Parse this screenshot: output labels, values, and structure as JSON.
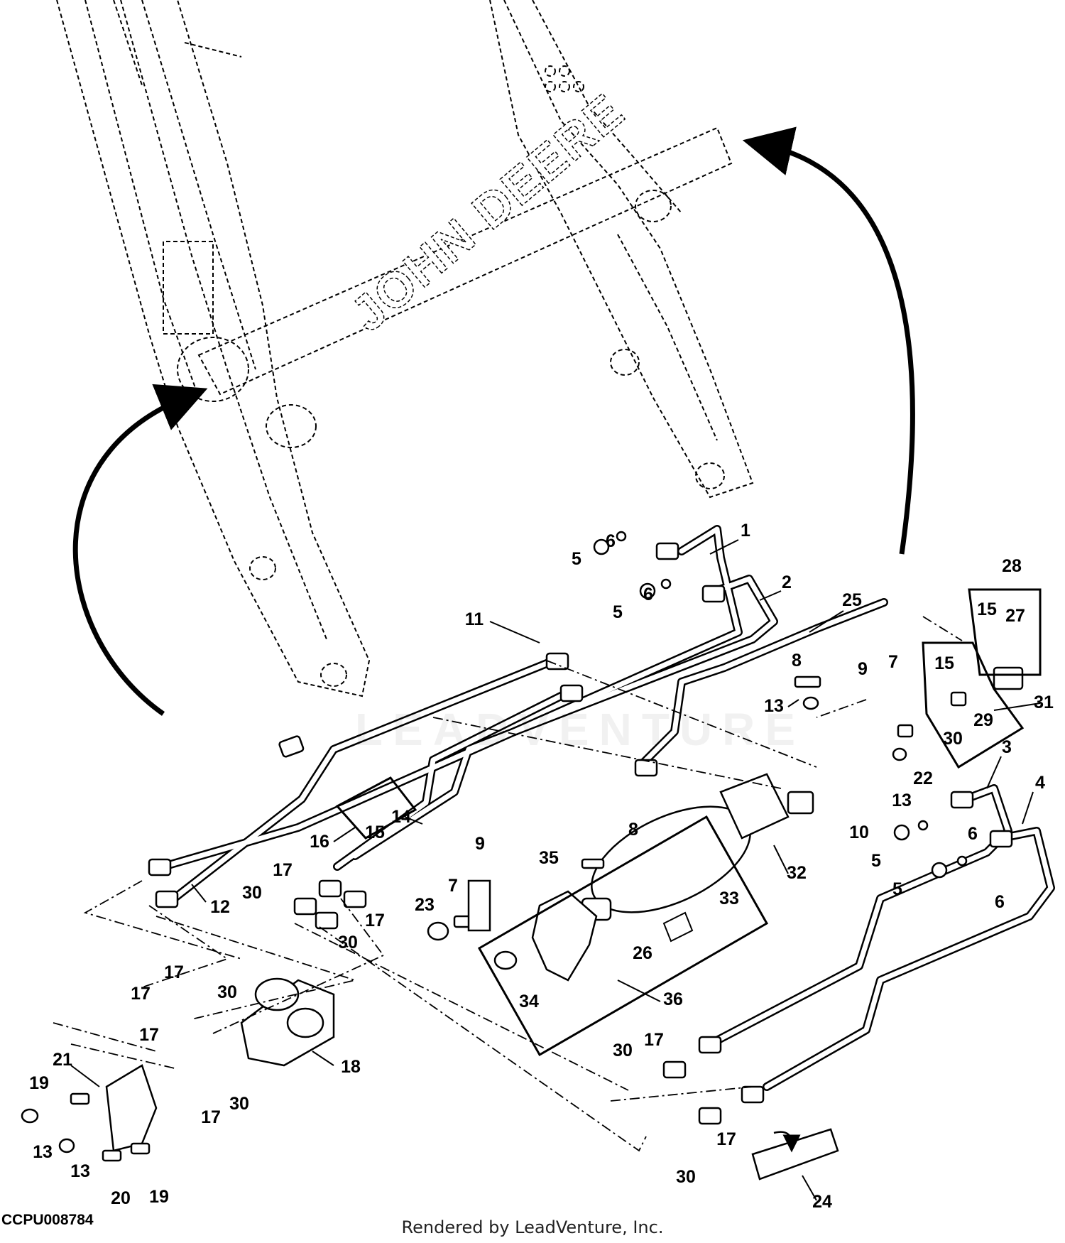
{
  "diagram": {
    "reference_code": "CCPU008784",
    "footer": "Rendered by LeadVenture, Inc.",
    "watermark": "LEADVENTURE",
    "brand_text": "JOHN DEERE",
    "callouts": [
      "1",
      "2",
      "3",
      "4",
      "5",
      "6",
      "7",
      "8",
      "9",
      "10",
      "11",
      "12",
      "13",
      "14",
      "15",
      "16",
      "17",
      "18",
      "19",
      "20",
      "21",
      "22",
      "23",
      "24",
      "25",
      "26",
      "27",
      "28",
      "29",
      "30",
      "31",
      "32",
      "33",
      "34",
      "35",
      "36"
    ]
  }
}
